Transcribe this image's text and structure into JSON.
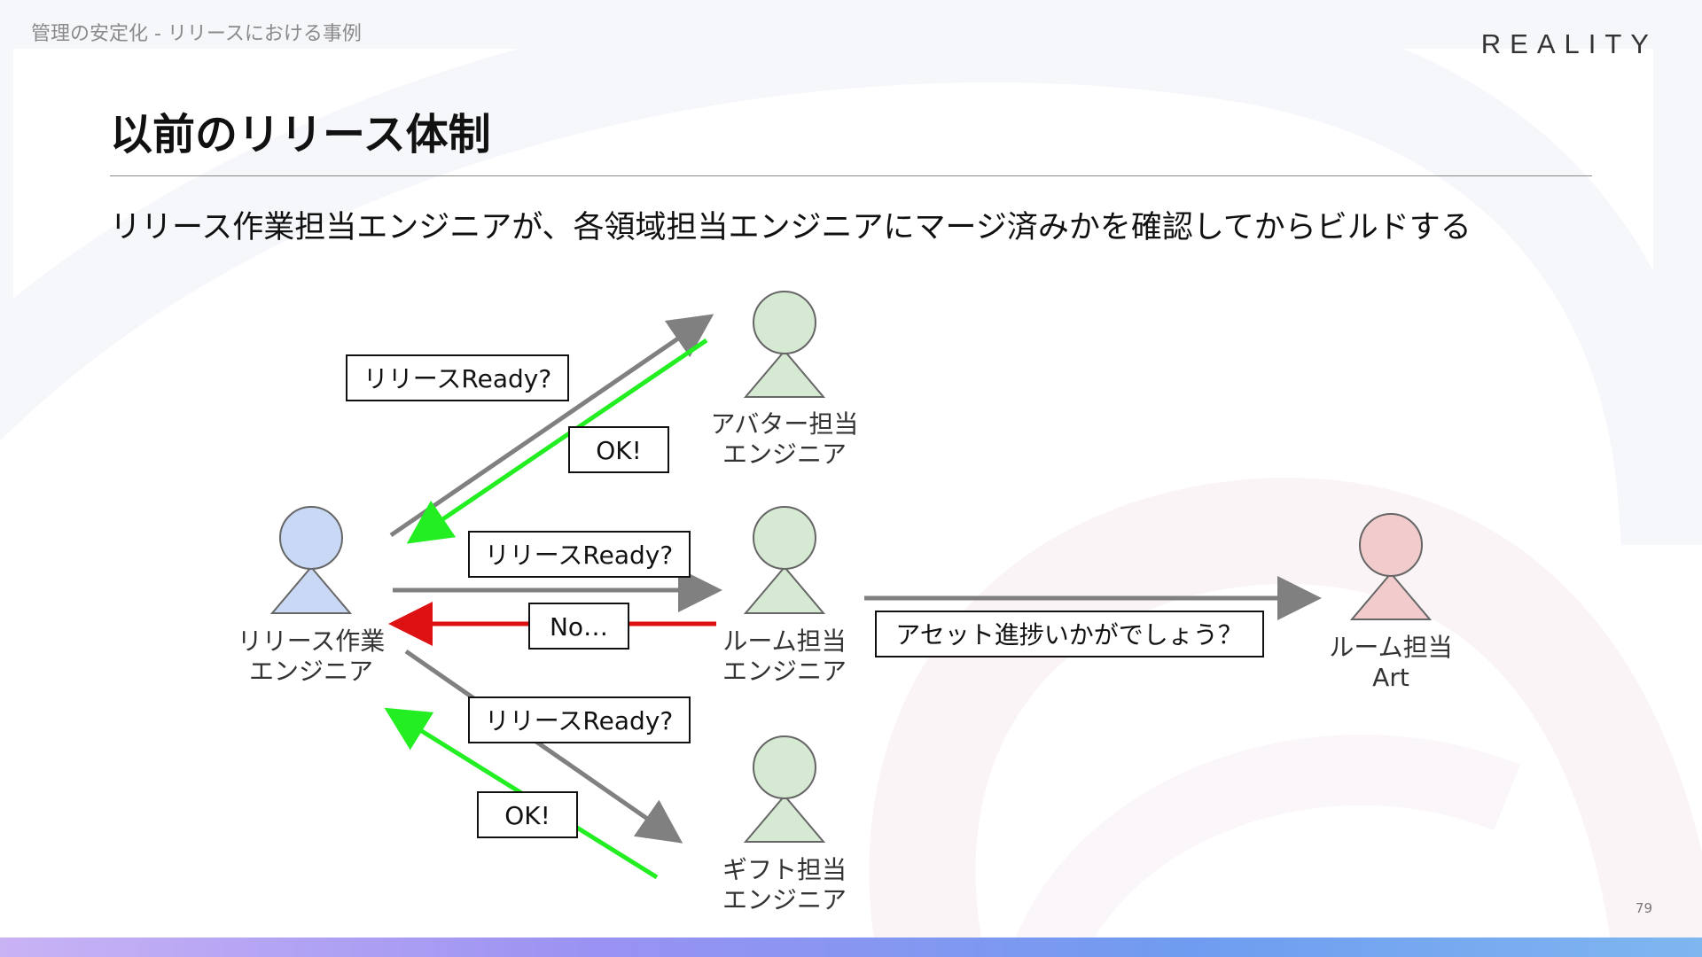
{
  "header": {
    "breadcrumb": "管理の安定化 - リリースにおける事例",
    "logo": "REALITY"
  },
  "slide": {
    "title": "以前のリリース体制",
    "subtitle": "リリース作業担当エンジニアが、各領域担当エンジニアにマージ済みかを確認してからビルドする",
    "page_number": "79"
  },
  "diagram": {
    "actors": {
      "release": {
        "line1": "リリース作業",
        "line2": "エンジニア",
        "color": "#c9d8f5"
      },
      "avatar": {
        "line1": "アバター担当",
        "line2": "エンジニア",
        "color": "#d6e9d3"
      },
      "room": {
        "line1": "ルーム担当",
        "line2": "エンジニア",
        "color": "#d6e9d3"
      },
      "gift": {
        "line1": "ギフト担当",
        "line2": "エンジニア",
        "color": "#d6e9d3"
      },
      "room_art": {
        "line1": "ルーム担当",
        "line2": "Art",
        "color": "#f2cccc"
      }
    },
    "messages": {
      "ready_avatar": "リリースReady?",
      "ok_avatar": "OK!",
      "ready_room": "リリースReady?",
      "no_room": "No…",
      "ready_gift": "リリースReady?",
      "ok_gift": "OK!",
      "asset_question": "アセット進捗いかがでしょう？"
    },
    "colors": {
      "request_arrow": "#808080",
      "ok_arrow": "#22ee22",
      "ng_arrow": "#dd1111",
      "actor_stroke": "#666666"
    }
  }
}
